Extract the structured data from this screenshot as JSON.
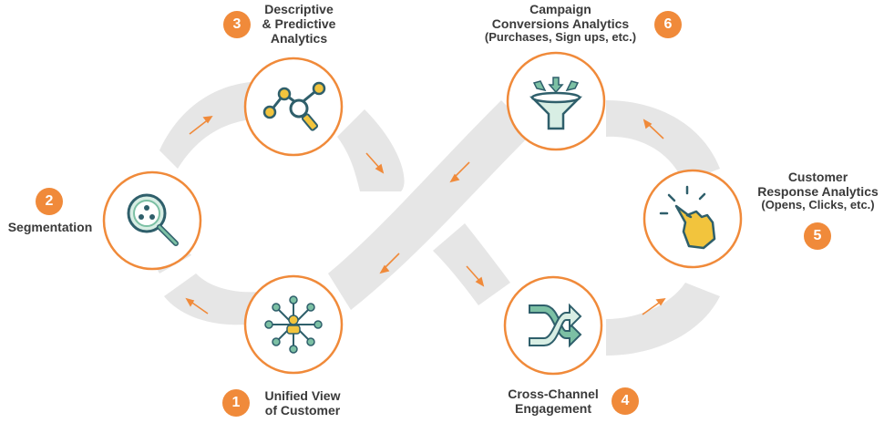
{
  "colors": {
    "accent": "#f08a3a",
    "band": "#e6e6e6",
    "icon_green": "#7cc0a4",
    "icon_dark": "#2f5f6b",
    "icon_yellow": "#f2c43d",
    "text": "#3a3a3a"
  },
  "steps": [
    {
      "number": "1",
      "line1": "Unified View",
      "line2": "of Customer",
      "line3": "",
      "icon": "network-icon"
    },
    {
      "number": "2",
      "line1": "Segmentation",
      "line2": "",
      "line3": "",
      "icon": "segment-search-icon"
    },
    {
      "number": "3",
      "line1": "Descriptive",
      "line2": "& Predictive",
      "line3": "Analytics",
      "icon": "analytics-graph-icon"
    },
    {
      "number": "4",
      "line1": "Cross-Channel",
      "line2": "Engagement",
      "line3": "",
      "icon": "shuffle-icon"
    },
    {
      "number": "5",
      "line1": "Customer",
      "line2": "Response Analytics",
      "line3": "(Opens, Clicks, etc.)",
      "icon": "tap-hand-icon"
    },
    {
      "number": "6",
      "line1": "Campaign",
      "line2": "Conversions Analytics",
      "line3": "(Purchases, Sign ups, etc.)",
      "icon": "funnel-icon"
    }
  ]
}
